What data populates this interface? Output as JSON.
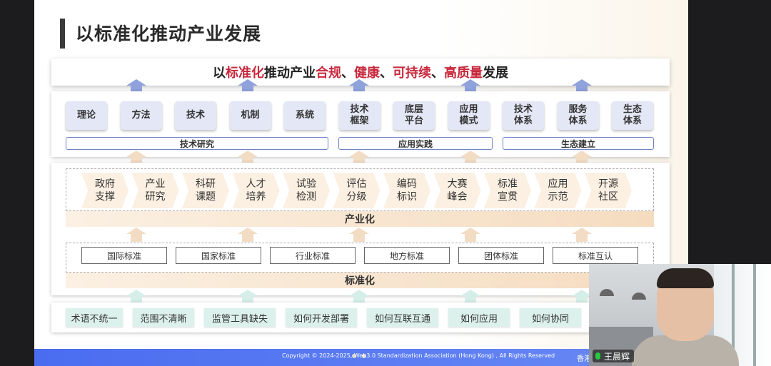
{
  "slide": {
    "title": "以标准化推动产业发展",
    "headline": {
      "parts": [
        {
          "text": "以",
          "red": false
        },
        {
          "text": "标准化",
          "red": true
        },
        {
          "text": "推动产业",
          "red": false
        },
        {
          "text": "合规",
          "red": true
        },
        {
          "text": "、",
          "red": false
        },
        {
          "text": "健康",
          "red": true
        },
        {
          "text": "、",
          "red": false
        },
        {
          "text": "可持续",
          "red": true
        },
        {
          "text": "、",
          "red": false
        },
        {
          "text": "高质量",
          "red": true
        },
        {
          "text": "发展",
          "red": false
        }
      ]
    },
    "tiles": [
      "理论",
      "方法",
      "技术",
      "机制",
      "系统",
      "技术\n框架",
      "底层\n平台",
      "应用\n模式",
      "技术\n体系",
      "服务\n体系",
      "生态\n体系"
    ],
    "groups": [
      "技术研究",
      "应用实践",
      "生态建立"
    ],
    "industry_steps": [
      "政府\n支撑",
      "产业\n研究",
      "科研\n课题",
      "人才\n培养",
      "试验\n检测",
      "评估\n分级",
      "编码\n标识",
      "大赛\n峰会",
      "标准\n宣贯",
      "应用\n示范",
      "开源\n社区"
    ],
    "industrialization_label": "产业化",
    "standards": [
      "国际标准",
      "国家标准",
      "行业标准",
      "地方标准",
      "团体标准",
      "标准互认"
    ],
    "standardization_label": "标准化",
    "problems": [
      "术语不统一",
      "范围不清晰",
      "监管工具缺失",
      "如何开发部署",
      "如何互联互通",
      "如何应用",
      "如何协同"
    ],
    "footer": {
      "copyright": "Copyright © 2024-2025, Web3.0 Standardization Association (Hong Kong) , All Rights Reserved",
      "tag": "香港"
    }
  },
  "video": {
    "participant_name": "王晨辉"
  },
  "colors": {
    "accent_red": "#c8283c",
    "tile_blue": "#e4e8f6",
    "peach": "#fbf0e2",
    "mint": "#ddf1ec",
    "footer_blue": "#4a6cf0"
  }
}
